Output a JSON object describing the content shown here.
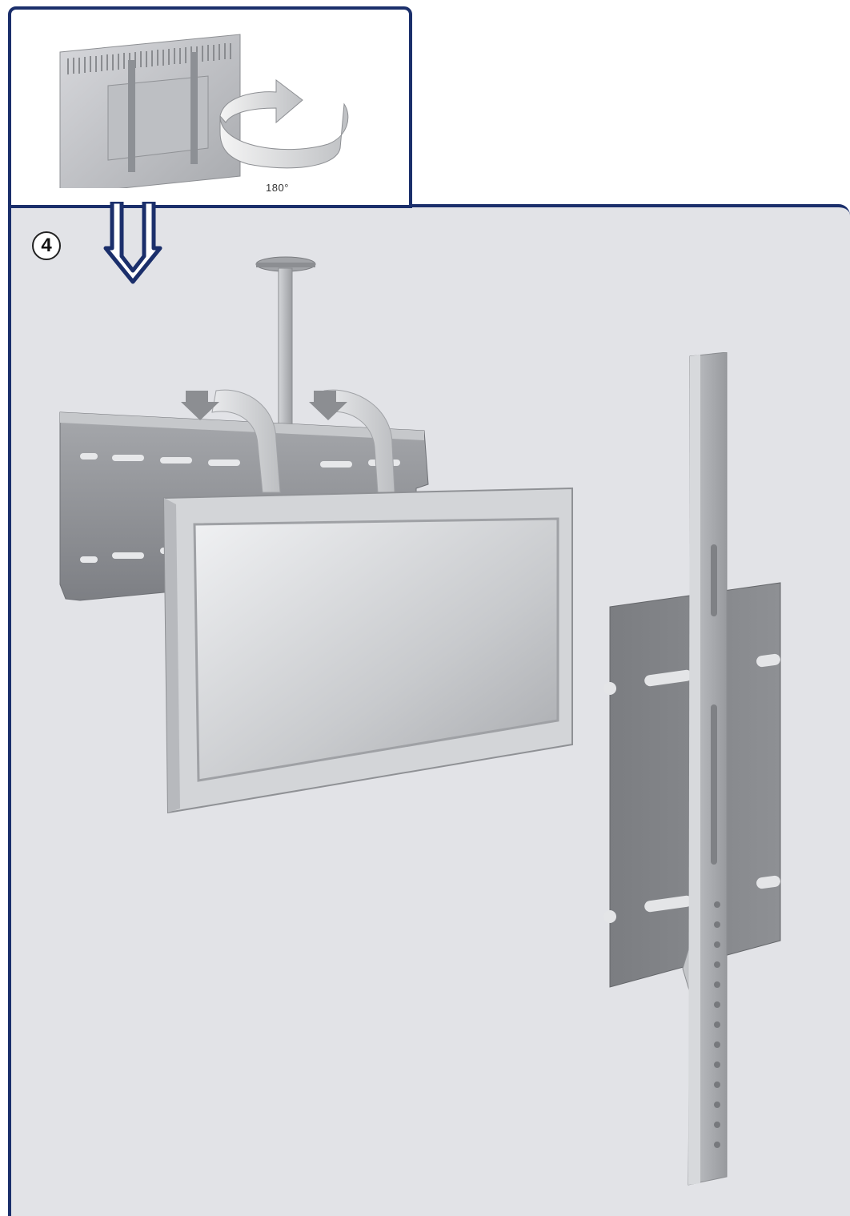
{
  "step": {
    "number": "4"
  },
  "inset": {
    "rotation_label": "180°"
  },
  "colors": {
    "frame_blue": "#1b2f6b",
    "panel_bg": "#e2e3e7",
    "metal_grey": "#9a9da3",
    "screen_grey": "#c4c6ca"
  },
  "icons": {
    "step": "circled-number",
    "flow": "down-arrow-outline",
    "rotate": "rotate-180-arrow"
  }
}
